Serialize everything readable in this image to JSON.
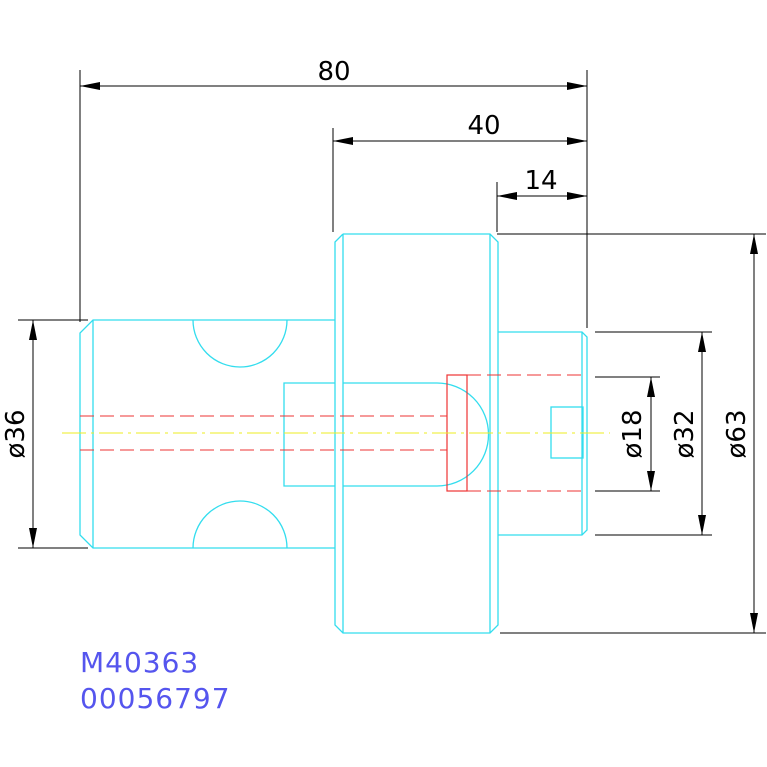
{
  "dimensions": {
    "overall_length": "80",
    "flange_offset": "40",
    "end_length": "14",
    "shaft_diameter": "ø36",
    "bore_diameter": "ø18",
    "spigot_diameter": "ø32",
    "flange_diameter": "ø63"
  },
  "codes": {
    "part_number": "M40363",
    "id_number": "00056797"
  },
  "colors": {
    "part_outline": "#33ddee",
    "hidden_lines": "#ee3333",
    "centerline": "#eeee22",
    "dimensions": "#000000",
    "codes": "#5555ee"
  }
}
